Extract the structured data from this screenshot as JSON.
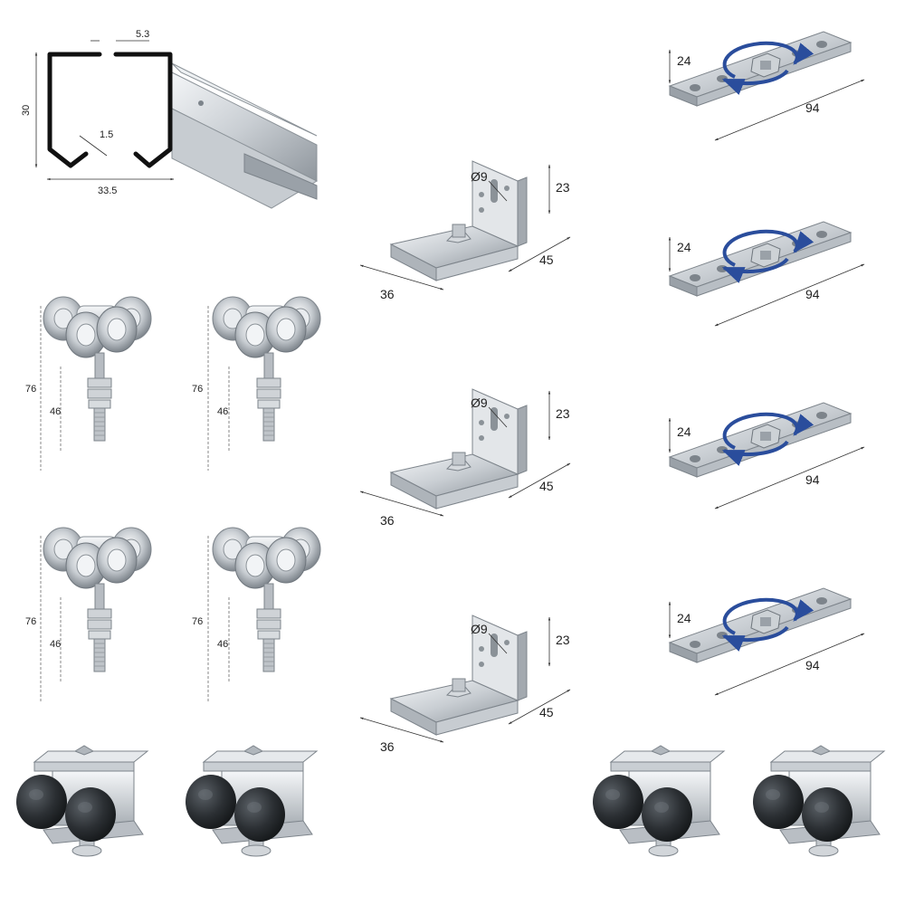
{
  "rail": {
    "width": "33.5",
    "height": "30",
    "slot": "5.3",
    "wall": "1.5"
  },
  "trolley": {
    "total_height": "76",
    "bolt_height": "46"
  },
  "bracket": {
    "hole": "Ø9",
    "height": "23",
    "depth": "45",
    "length": "36"
  },
  "plate": {
    "width": "24",
    "length": "94"
  },
  "colors": {
    "metal_light": "#e4e7ea",
    "metal_mid": "#b9bec4",
    "metal_dark": "#7d848b",
    "rail_outline": "#111111",
    "arrow_blue": "#2a4d9c",
    "stop_rubber": "#2b2f33"
  }
}
